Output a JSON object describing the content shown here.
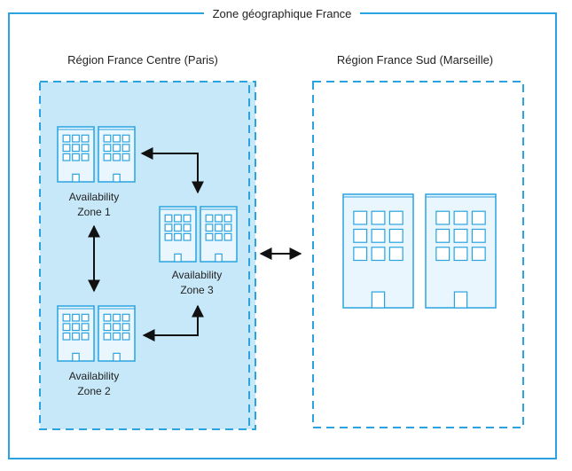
{
  "geo_zone": {
    "label": "Zone géographique France"
  },
  "region_central": {
    "label": "Région France Centre (Paris)",
    "zones": [
      {
        "line1": "Availability",
        "line2": "Zone 1"
      },
      {
        "line1": "Availability",
        "line2": "Zone 2"
      },
      {
        "line1": "Availability",
        "line2": "Zone 3"
      }
    ]
  },
  "region_south": {
    "label": "Région France Sud (Marseille)"
  },
  "colors": {
    "border": "#2aa3e0",
    "region_fill": "#c7e8f8",
    "building_fill": "#e9f6fd",
    "window_fill": "#ffffff",
    "arrow": "#111111",
    "text": "#222222"
  }
}
